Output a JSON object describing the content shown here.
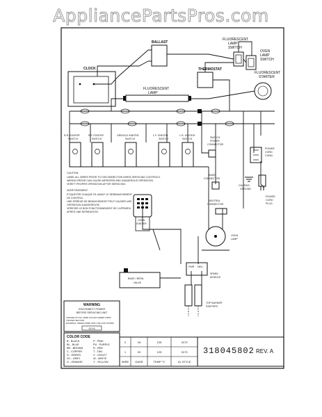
{
  "watermark": "AppliancePartsPros.com",
  "labels": {
    "ballast": "BALLAST",
    "clock": "CLOCK",
    "fl_lamp_switch": [
      "FLUORESCENT",
      "LAMP",
      "SWITCH"
    ],
    "oven_lamp_switch": [
      "OVEN",
      "LAMP",
      "SWITCH"
    ],
    "thermostat": "THERMOSTAT",
    "fl_starter": [
      "FLUORESCENT",
      "STARTER"
    ],
    "fl_lamp": [
      "FLUORESCENT",
      "LAMP"
    ],
    "igniter_switches": [
      [
        "R.R. IGNITER",
        "SWITCH"
      ],
      [
        "R.F. IGNITER",
        "SWITCH"
      ],
      [
        "GRIDDLE IGNITER",
        "SWITCH"
      ],
      [
        "L.F. IGNITER",
        "SWITCH"
      ],
      [
        "L.R. IGNITER",
        "SWITCH"
      ]
    ],
    "switch_power_connector": [
      "SWITCH",
      "POWER",
      "CONNECTOR"
    ],
    "power_cord_conn": [
      "POWER",
      "CORD",
      "CONN."
    ],
    "chassis_ground": [
      "CHASSIS",
      "GROUND"
    ],
    "power_cord_plug": [
      "POWER",
      "CORD",
      "PLUG"
    ],
    "bake_connector": [
      "BAKE",
      "CONNECTOR"
    ],
    "neutral_connector": [
      "NEUTRAL",
      "CONNECTOR"
    ],
    "oven_igniter": [
      "OVEN",
      "IGNITER"
    ],
    "oven_lamp": [
      "OVEN",
      "LAMP"
    ],
    "spark_module": [
      "SPARK",
      "MODULE"
    ],
    "bake_broil_valve": [
      "BAKE / BROIL",
      "VALVE"
    ],
    "top_burner_igniters": [
      "TOP BURNER",
      "IGNITERS"
    ],
    "pwr_neu": [
      "PWR",
      "NEU"
    ]
  },
  "caution": {
    "title": "CAUTION:",
    "lines": [
      "LABEL ALL WIRES PRIOR TO DISCONNECTION WHEN SERVICING CONTROLS.",
      "WIRING ERROR CAN CAUSE IMPROPER AND DANGEROUS OPERATION.",
      "VERIFY PROPER OPERATION AFTER SERVICING."
    ]
  },
  "avertissement": {
    "title": "AVERTISSEMENT:",
    "lines": [
      "ETIQUETER CHAQUE FIL AVANT LE DEBRANCHEMENT",
      "DE CONTROL.",
      "UNE ERREUR DE BRANCHEMENT PEUT CAUSER UNE",
      "OPERATION DANGEREUSE.",
      "VERIFIER LE BON FONCTIONNEMENT DE L'APPAREIL",
      "APRES UNE REPARATION."
    ]
  },
  "warning_box": {
    "title": "WARNING",
    "lines": [
      "DISCONNECT POWER",
      "BEFORE SERVICING UNIT"
    ],
    "small": [
      "TRACER STYLE: WIRE COLOR NAMED FIRST,",
      "TRACER SECOND",
      "EXAMPLE: GREEN WIRE WITH YELLOW STRIPE"
    ],
    "example_code": "G/Y-8"
  },
  "color_code": {
    "title": "COLOR CODE",
    "left": [
      "B - BLACK",
      "BL - BLUE",
      "BR - BROWN",
      "C - COPPER",
      "G - GREEN",
      "GY - GREY",
      "O - ORANGE"
    ],
    "right": [
      "P - PINK",
      "PU - PURPLE",
      "R - RED",
      "T - TAN",
      "V - VIOLET",
      "W - WHITE",
      "Y - YELLOW"
    ]
  },
  "wire_table": {
    "rows": [
      [
        "2",
        "18",
        "125",
        "3173"
      ],
      [
        "1",
        "20",
        "125",
        "3173"
      ]
    ],
    "headers": [
      "WIRE",
      "GAGE",
      "TEMP °C",
      "UL STYLE"
    ]
  },
  "part_number": "318045802",
  "revision": "REV. A"
}
